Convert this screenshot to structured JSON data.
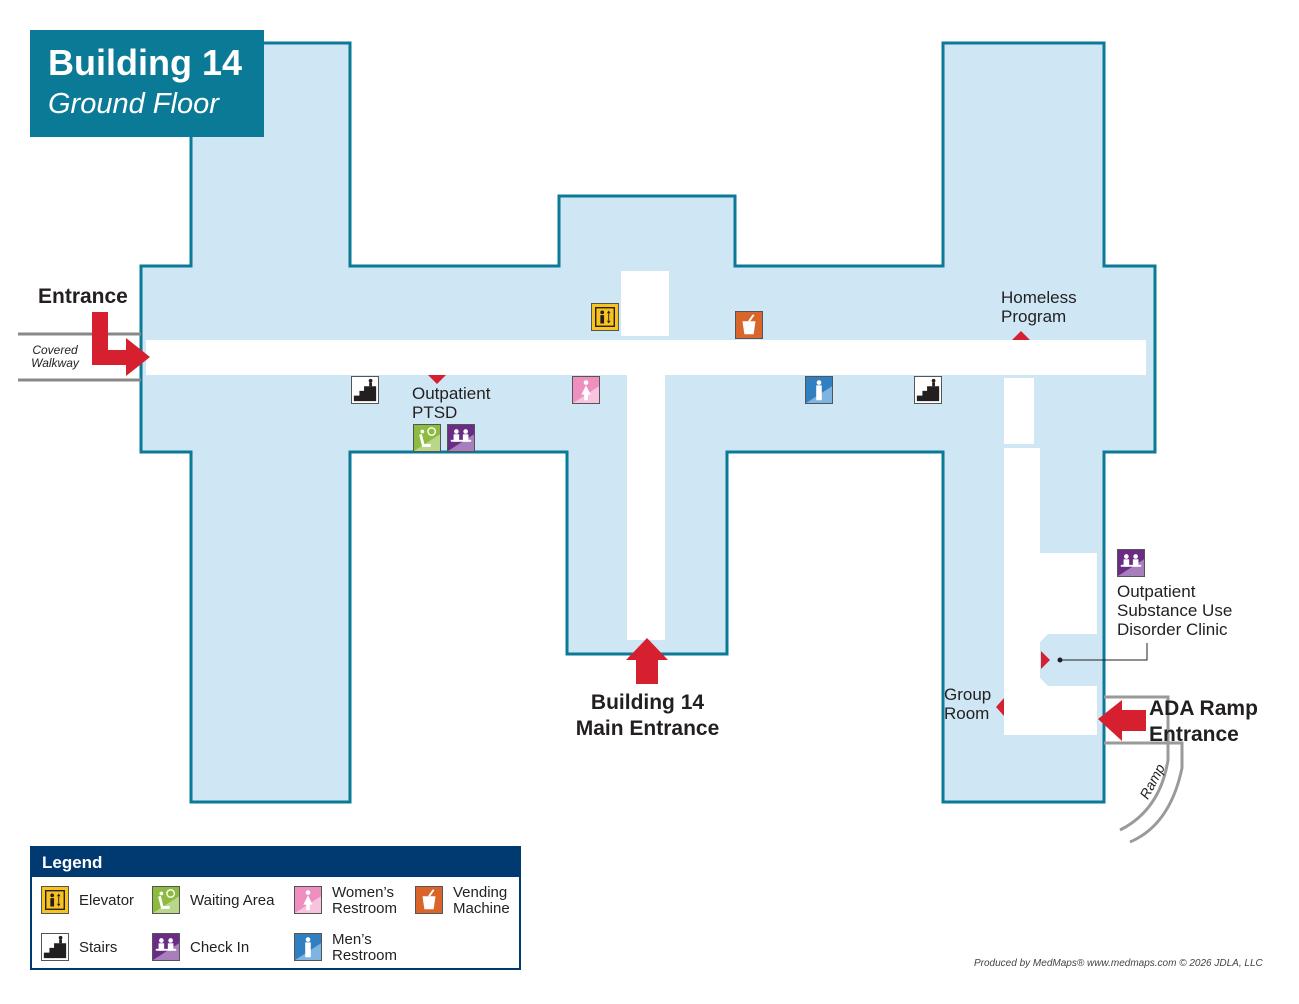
{
  "header": {
    "building": "Building 14",
    "floor": "Ground Floor"
  },
  "labels": {
    "entrance_west": "Entrance",
    "covered_walkway": "Covered Walkway",
    "outpatient_ptsd": "Outpatient PTSD",
    "homeless_program": "Homeless Program",
    "main_entrance_line1": "Building 14",
    "main_entrance_line2": "Main Entrance",
    "substance_use_clinic": "Outpatient Substance Use Disorder Clinic",
    "group_room": "Group Room",
    "ada_line1": "ADA Ramp",
    "ada_line2": "Entrance",
    "ramp": "Ramp"
  },
  "legend": {
    "title": "Legend",
    "items": [
      {
        "icon": "elevator-icon",
        "label": "Elevator"
      },
      {
        "icon": "waiting-area-icon",
        "label": "Waiting Area"
      },
      {
        "icon": "womens-restroom-icon",
        "label": "Women’s Restroom"
      },
      {
        "icon": "vending-machine-icon",
        "label": "Vending Machine"
      },
      {
        "icon": "stairs-icon",
        "label": "Stairs"
      },
      {
        "icon": "check-in-icon",
        "label": "Check In"
      },
      {
        "icon": "mens-restroom-icon",
        "label": "Men’s Restroom"
      }
    ]
  },
  "credit": "Produced by MedMaps® www.medmaps.com  © 2026 JDLA, LLC",
  "colors": {
    "floor": "#cfe7f5",
    "wall": "#0b7a97",
    "arrow": "#d6202f",
    "title_bg": "#0b7a97",
    "legend_bg": "#003a70",
    "elevator": "#f9c31f",
    "waiting": "#8dba3f",
    "check_in": "#6a2c85",
    "womens": "#ef8fbf",
    "mens": "#2f7fc1",
    "vending": "#d9652a"
  }
}
